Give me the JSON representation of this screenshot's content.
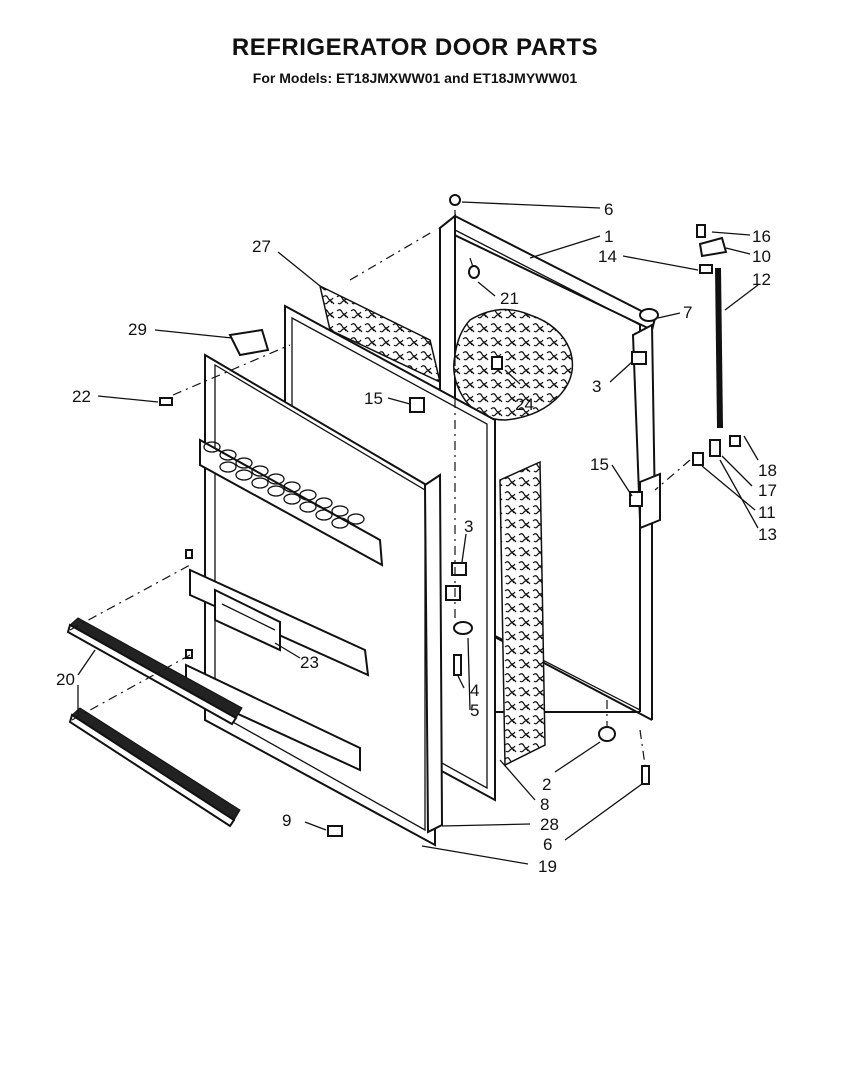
{
  "title": "REFRIGERATOR DOOR PARTS",
  "subtitle": "For Models: ET18JMXWW01 and ET18JMYWW01",
  "callouts": {
    "c6a": "6",
    "c1": "1",
    "c16": "16",
    "c10": "10",
    "c14": "14",
    "c12": "12",
    "c27": "27",
    "c21": "21",
    "c7": "7",
    "c29": "29",
    "c3a": "3",
    "c24": "24",
    "c22": "22",
    "c15a": "15",
    "c15b": "15",
    "c18": "18",
    "c17": "17",
    "c11": "11",
    "c13": "13",
    "c3b": "3",
    "c23": "23",
    "c20": "20",
    "c4": "4",
    "c5": "5",
    "c2": "2",
    "c8": "8",
    "c9": "9",
    "c28": "28",
    "c6b": "6",
    "c19": "19"
  }
}
